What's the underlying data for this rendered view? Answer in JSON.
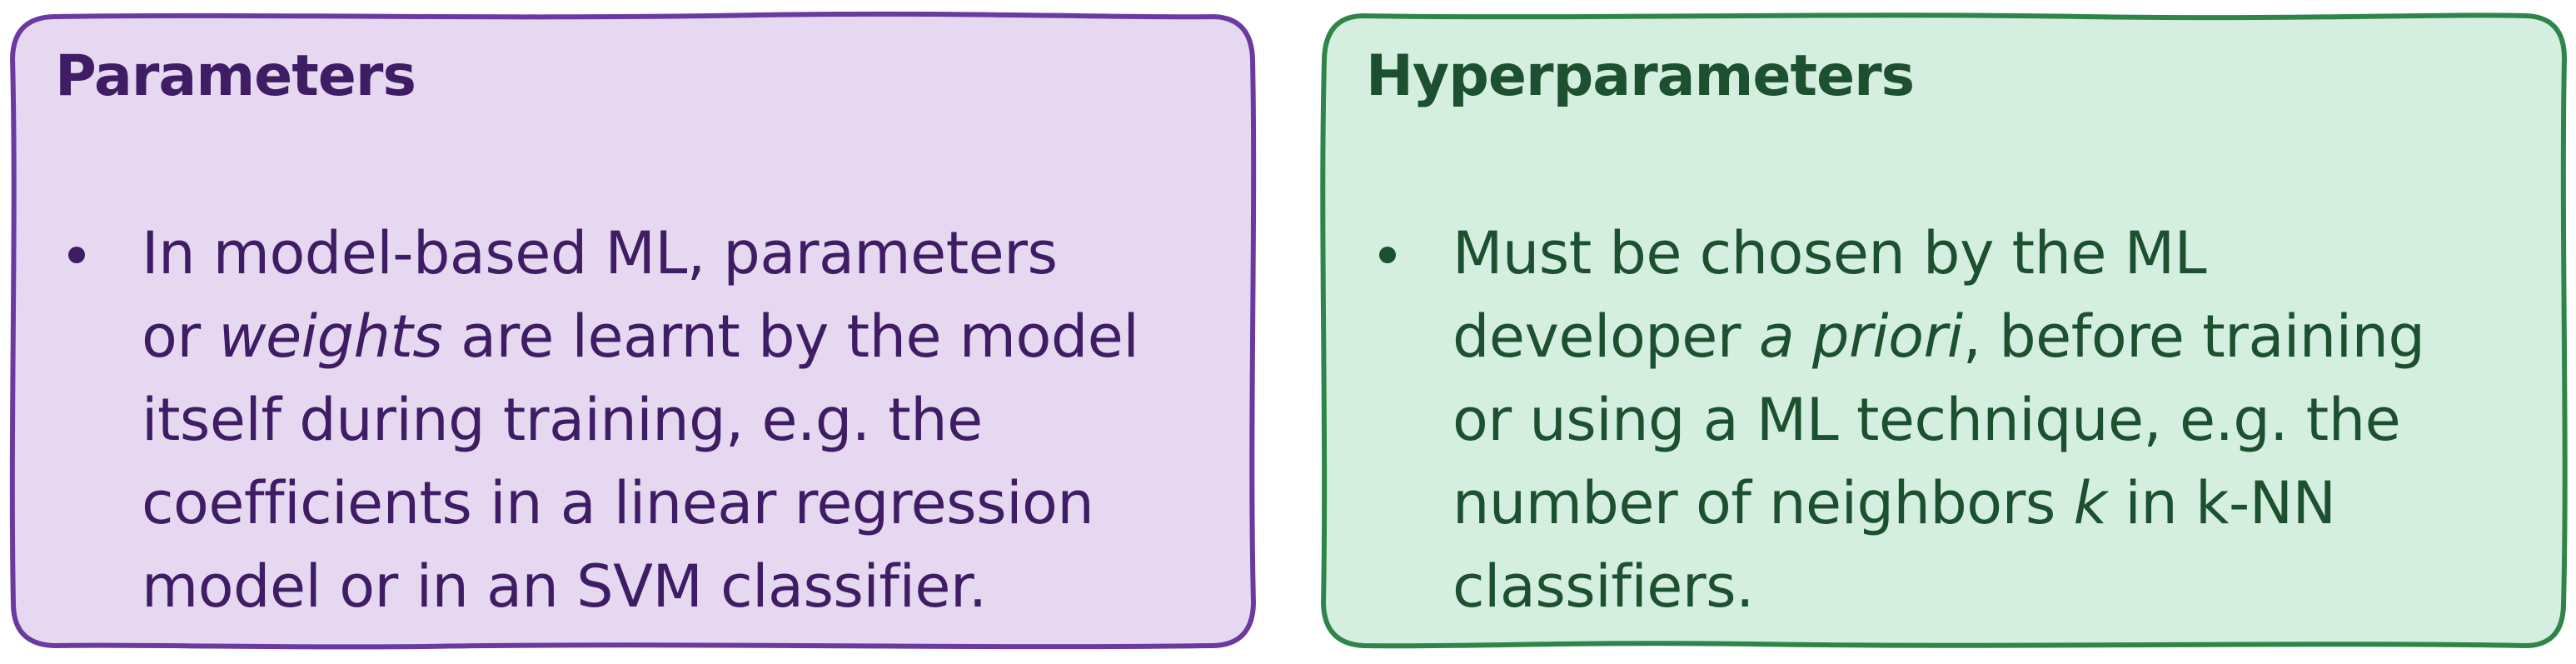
{
  "colors": {
    "params_fill": "#e7d8f1",
    "params_border": "#6a3aa0",
    "params_text": "#3f1d64",
    "hyper_fill": "#d4efdf",
    "hyper_border": "#2f8549",
    "hyper_text": "#1d5030"
  },
  "cards": [
    {
      "title": "Parameters",
      "lines": [
        [
          "In model-based ML, parameters"
        ],
        [
          "or ",
          "weights",
          " are learnt by the model"
        ],
        [
          "itself during training, e.g. the"
        ],
        [
          "coefficients in a linear regression"
        ],
        [
          "model or in an SVM classifier."
        ]
      ]
    },
    {
      "title": "Hyperparameters",
      "lines": [
        [
          "Must be chosen by the ML"
        ],
        [
          "developer ",
          "a priori",
          ", before training"
        ],
        [
          "or using a ML technique, e.g. the"
        ],
        [
          "number of neighbors ",
          "k",
          " in k-NN"
        ],
        [
          "classifiers."
        ]
      ]
    }
  ]
}
